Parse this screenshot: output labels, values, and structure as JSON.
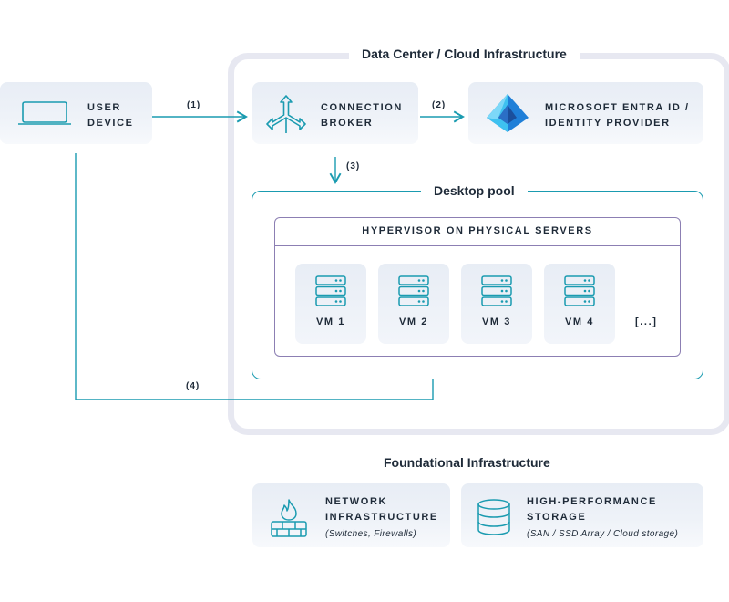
{
  "datacenter": {
    "title": "Data Center / Cloud Infrastructure"
  },
  "user_device": {
    "label_line1": "USER",
    "label_line2": "DEVICE"
  },
  "connection_broker": {
    "label_line1": "CONNECTION",
    "label_line2": "BROKER"
  },
  "identity": {
    "label_line1": "MICROSOFT ENTRA ID /",
    "label_line2": "IDENTITY PROVIDER"
  },
  "steps": {
    "s1": "(1)",
    "s2": "(2)",
    "s3": "(3)",
    "s4": "(4)"
  },
  "desktop_pool": {
    "title": "Desktop pool"
  },
  "hypervisor": {
    "title": "HYPERVISOR ON PHYSICAL SERVERS"
  },
  "vms": [
    {
      "label": "VM 1"
    },
    {
      "label": "VM 2"
    },
    {
      "label": "VM 3"
    },
    {
      "label": "VM 4"
    }
  ],
  "vm_more": "[...]",
  "foundational": {
    "title": "Foundational Infrastructure",
    "network": {
      "label_line1": "NETWORK",
      "label_line2": "INFRASTRUCTURE",
      "sub": "(Switches, Firewalls)"
    },
    "storage": {
      "label_line1": "HIGH-PERFORMANCE",
      "label_line2": "STORAGE",
      "sub": "(SAN / SSD Array / Cloud storage)"
    }
  },
  "colors": {
    "teal": "#1a9bb0",
    "purple": "#8c7fb3",
    "card_bg": "#e8edf5",
    "outer_border": "#e6e8f2"
  }
}
